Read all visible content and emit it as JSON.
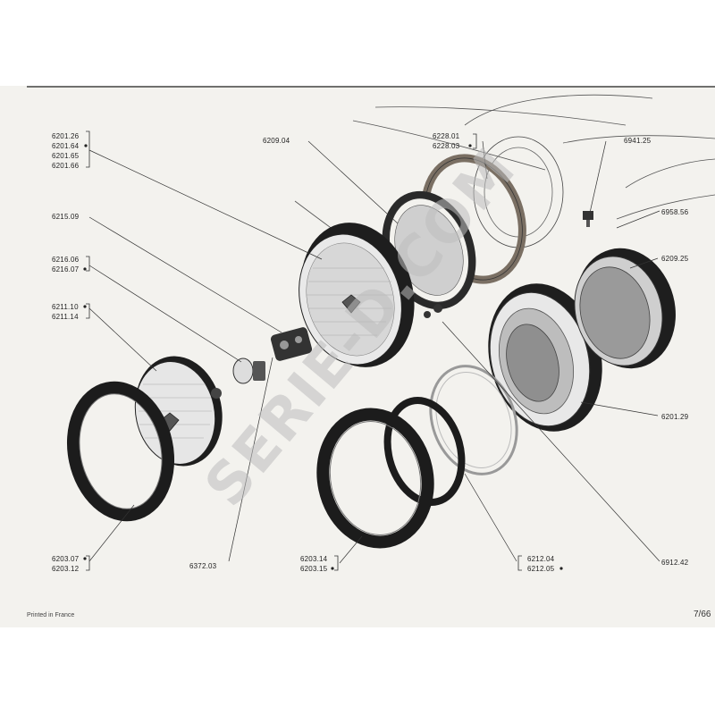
{
  "labels": {
    "l1": "6201.26",
    "l2": "6201.64",
    "l3": "6201.65",
    "l4": "6201.66",
    "l5": "6209.04",
    "l6": "6228.01",
    "l7": "6228.03",
    "l8": "6941.25",
    "l9": "6958.56",
    "l10": "6215.09",
    "l11": "6216.06",
    "l12": "6216.07",
    "l13": "6209.25",
    "l14": "6211.10",
    "l15": "6211.14",
    "l16": "6201.29",
    "l17": "6203.07",
    "l18": "6203.12",
    "l19": "6372.03",
    "l20": "6203.14",
    "l21": "6203.15",
    "l22": "6212.04",
    "l23": "6212.05",
    "l24": "6912.42"
  },
  "footer": {
    "printed": "Printed in France",
    "page": "7/66"
  },
  "watermark": "SERIE-D.COM",
  "colors": {
    "paper": "#f3f2ee",
    "ink": "#1c1c1c",
    "gasket": "#7a6f63",
    "watermark": "#bdbdbd"
  }
}
